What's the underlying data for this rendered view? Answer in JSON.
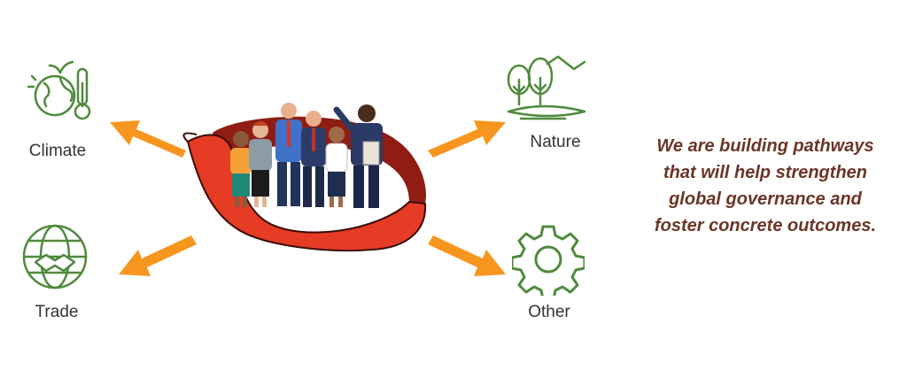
{
  "nodes": {
    "climate": {
      "label": "Climate",
      "icon": "climate-icon"
    },
    "nature": {
      "label": "Nature",
      "icon": "nature-icon"
    },
    "trade": {
      "label": "Trade",
      "icon": "trade-icon"
    },
    "other": {
      "label": "Other",
      "icon": "gear-icon"
    }
  },
  "center": {
    "icon": "people-ribbon-illustration"
  },
  "tagline": {
    "lines": [
      "We are building pathways",
      "that will help strengthen",
      "global governance and",
      "foster concrete outcomes."
    ]
  },
  "colors": {
    "icon_green": "#4f8a3c",
    "arrow_orange": "#f7961f",
    "ribbon_red": "#e63b24",
    "ribbon_dark": "#8f1d14",
    "tagline_brown": "#6b3526"
  }
}
